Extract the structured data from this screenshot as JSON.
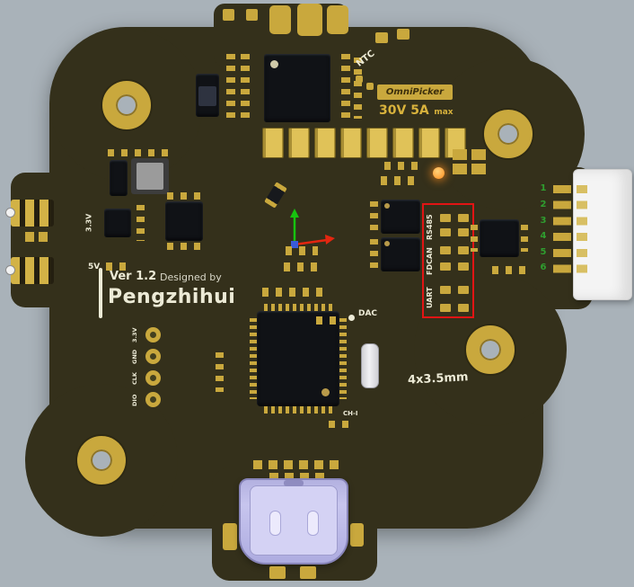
{
  "colors": {
    "background": "#a9b2b9",
    "board": "#34301b",
    "pad_gold": "#c9a83d",
    "silkscreen": "#ecead6",
    "highlight_red": "#e21414",
    "pin_number_green": "#2f9e2f",
    "gold_text": "#d8b23c",
    "usb_body": "#b9b7e6",
    "connector_white": "#f4f4f4",
    "led_orange": "#ff8c1e"
  },
  "silk": {
    "brand": "OmniPicker",
    "rating": "30V 5A",
    "rating_suffix": "max",
    "ntc": "NTC",
    "version": "Ver 1.2",
    "designed_by": "Designed by",
    "author": "Pengzhihui",
    "rail_33": "3.3V",
    "rail_5": "5V",
    "dac": "DAC",
    "ch_i": "CH-I",
    "hole_spec": "4x3.5mm"
  },
  "interfaces": [
    "RS485",
    "FDCAN",
    "UART"
  ],
  "connector_pins": [
    "1",
    "2",
    "3",
    "4",
    "5",
    "6"
  ],
  "debug_pads": [
    "3.3V",
    "GND",
    "CLK",
    "DIO"
  ]
}
